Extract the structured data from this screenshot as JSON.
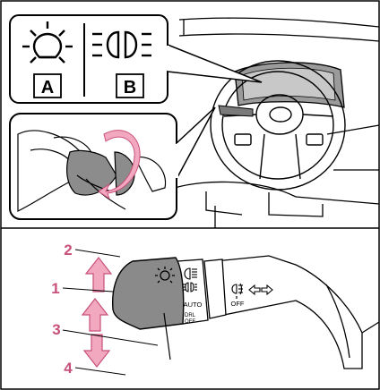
{
  "top_panel": {
    "indicator_a_label": "A",
    "indicator_b_label": "B",
    "icons": [
      "parking-light-icon",
      "headlight-beam-icon"
    ]
  },
  "lever_panel": {
    "callouts": [
      "1",
      "2",
      "3",
      "4"
    ],
    "switch_labels": {
      "auto": "AUTO",
      "drl_off_line1": "DRL",
      "drl_off_line2": "OFF",
      "fog_off": "OFF"
    },
    "icons": [
      "light-off-icon",
      "tail-light-icon",
      "headlight-icon",
      "fog-light-icon",
      "turn-signal-arrows-icon"
    ]
  },
  "colors": {
    "callout_pink": "#c8507a",
    "arrow_pink": "#f2a9c0",
    "lever_gray": "#8a8a8a"
  }
}
